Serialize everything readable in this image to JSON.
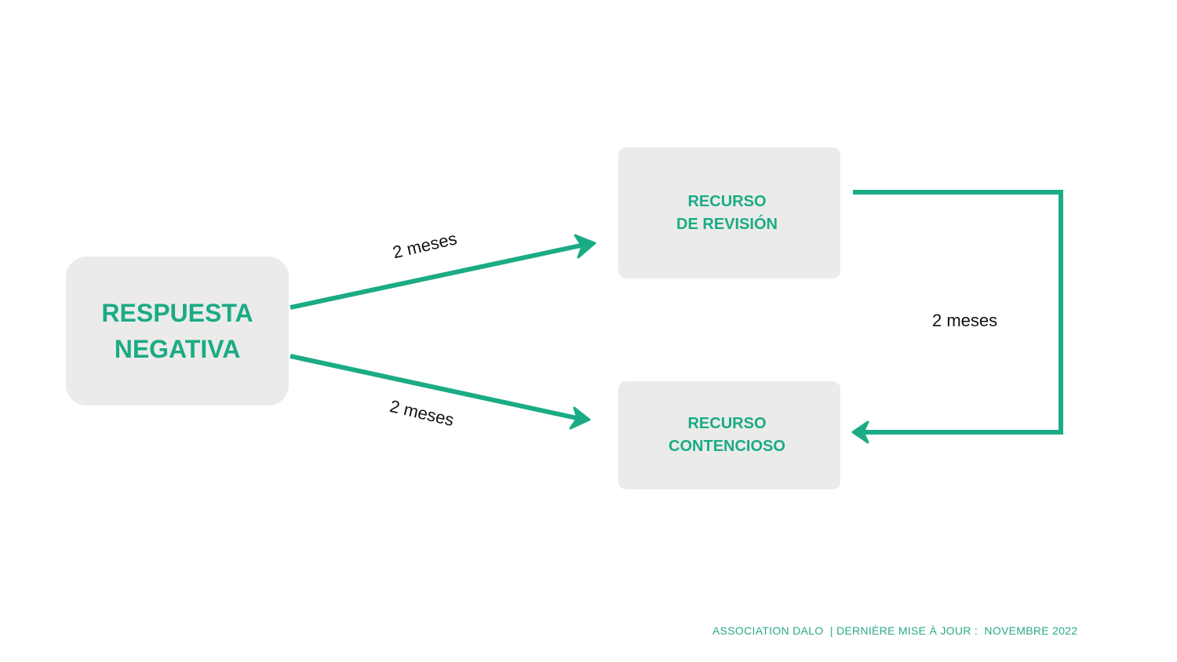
{
  "nodes": {
    "respuesta": {
      "line1": "RESPUESTA",
      "line2": "NEGATIVA"
    },
    "revision": {
      "line1": "RECURSO",
      "line2": "DE REVISIÓN"
    },
    "contencioso": {
      "line1": "RECURSO",
      "line2": "CONTENCIOSO"
    }
  },
  "edges": {
    "respuesta_to_revision": "2 meses",
    "respuesta_to_contencioso": "2 meses",
    "revision_to_contencioso": "2 meses"
  },
  "footer": "ASSOCIATION DALO  | DERNIÈRE MISE À JOUR :  NOVEMBRE 2022",
  "colors": {
    "accent": "#1bab85",
    "box_fill": "#ebecea",
    "text": "#111111"
  }
}
